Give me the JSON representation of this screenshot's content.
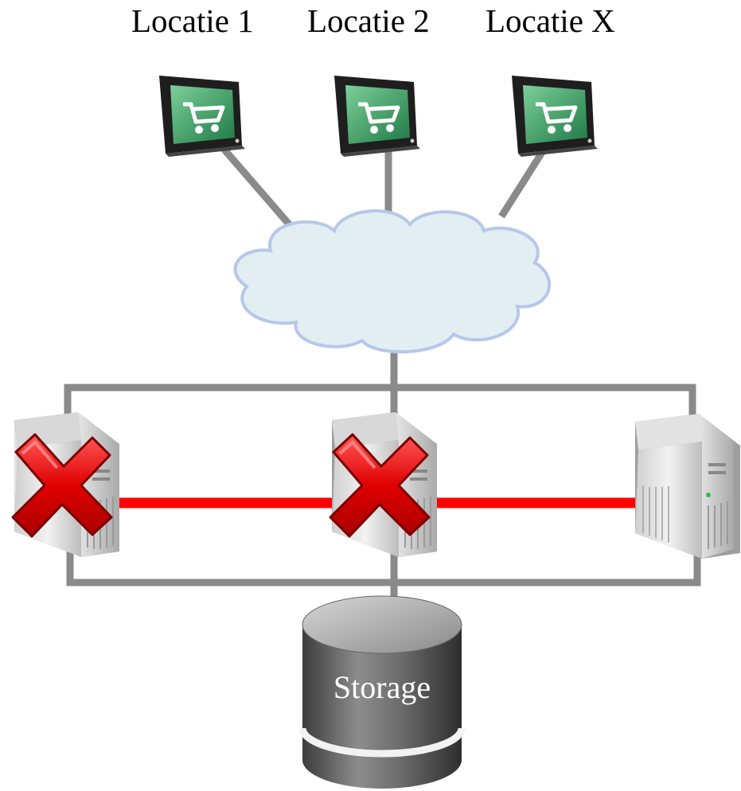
{
  "locations": [
    {
      "label": "Locatie 1"
    },
    {
      "label": "Locatie 2"
    },
    {
      "label": "Locatie X"
    }
  ],
  "storage": {
    "label": "Storage"
  },
  "servers": [
    {
      "state": "failed"
    },
    {
      "state": "failed"
    },
    {
      "state": "active"
    }
  ],
  "icons": {
    "terminal": "shopping-cart-terminal-icon",
    "network": "cloud-icon",
    "server": "server-tower-icon",
    "failure": "red-x-icon",
    "storage": "database-cylinder-icon"
  },
  "colors": {
    "link": "#8a8a8a",
    "failed_link": "#ff0000",
    "cloud_fill": "#e3eef3",
    "cloud_stroke": "#b5c8ea",
    "screen": "#2f8f5a"
  }
}
